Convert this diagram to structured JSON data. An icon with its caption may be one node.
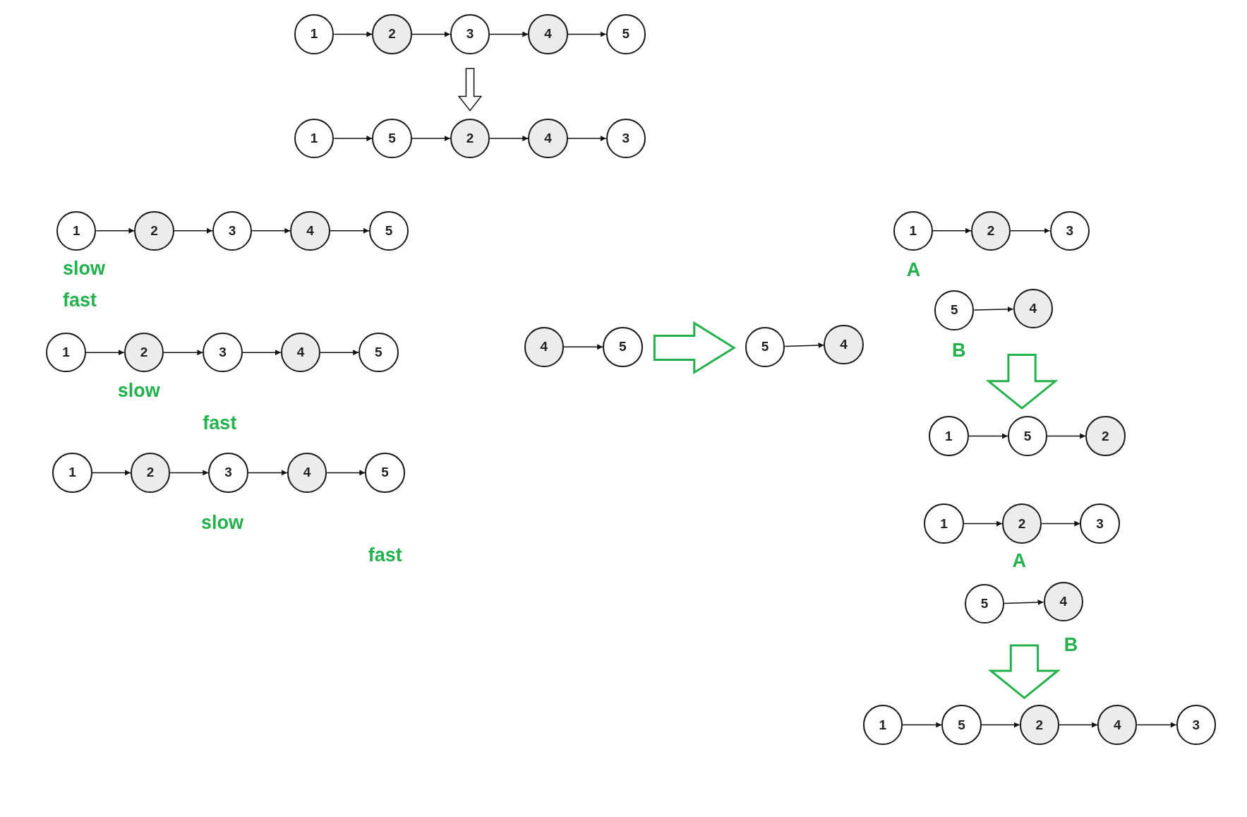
{
  "diagram": {
    "nodes": [
      {
        "text": [
          "1"
        ]
      },
      {
        "text": [
          "2"
        ]
      },
      {
        "text": [
          "3"
        ]
      },
      {
        "text": [
          "4"
        ]
      },
      {
        "text": [
          "5"
        ]
      },
      {
        "text": [
          "1"
        ]
      },
      {
        "text": [
          "5"
        ]
      },
      {
        "text": [
          "2"
        ]
      },
      {
        "text": [
          "4"
        ]
      },
      {
        "text": [
          "3"
        ]
      },
      {
        "text": [
          "1"
        ]
      },
      {
        "text": [
          "2"
        ]
      },
      {
        "text": [
          "3"
        ]
      },
      {
        "text": [
          "4"
        ]
      },
      {
        "text": [
          "5"
        ]
      },
      {
        "text": [
          "1"
        ]
      },
      {
        "text": [
          "2"
        ]
      },
      {
        "text": [
          "3"
        ]
      },
      {
        "text": [
          "4"
        ]
      },
      {
        "text": [
          "5"
        ]
      },
      {
        "text": [
          "1"
        ]
      },
      {
        "text": [
          "2"
        ]
      },
      {
        "text": [
          "3"
        ]
      },
      {
        "text": [
          "4"
        ]
      },
      {
        "text": [
          "5"
        ]
      },
      {
        "text": [
          "4"
        ]
      },
      {
        "text": [
          "5"
        ]
      },
      {
        "text": [
          "5"
        ]
      },
      {
        "text": [
          "4"
        ]
      },
      {
        "text": [
          "1"
        ]
      },
      {
        "text": [
          "2"
        ]
      },
      {
        "text": [
          "3"
        ]
      },
      {
        "text": [
          "5"
        ]
      },
      {
        "text": [
          "4"
        ]
      },
      {
        "text": [
          "1"
        ]
      },
      {
        "text": [
          "5"
        ]
      },
      {
        "text": [
          "2"
        ]
      },
      {
        "text": [
          "1"
        ]
      },
      {
        "text": [
          "2"
        ]
      },
      {
        "text": [
          "3"
        ]
      },
      {
        "text": [
          "5"
        ]
      },
      {
        "text": [
          "4"
        ]
      },
      {
        "text": [
          "1"
        ]
      },
      {
        "text": [
          "5"
        ]
      },
      {
        "text": [
          "2"
        ]
      },
      {
        "text": [
          "4"
        ]
      },
      {
        "text": [
          "3"
        ]
      }
    ],
    "edges": [
      {
        "from": 0,
        "to": 1,
        "arrow": "to"
      },
      {
        "from": 1,
        "to": 2,
        "arrow": "to"
      },
      {
        "from": 2,
        "to": 3,
        "arrow": "to"
      },
      {
        "from": 3,
        "to": 4,
        "arrow": "to"
      },
      {
        "from": 2,
        "to": 7,
        "arrow": "to",
        "style": "thick"
      },
      {
        "from": 5,
        "to": 6,
        "arrow": "to"
      },
      {
        "from": 6,
        "to": 7,
        "arrow": "to"
      },
      {
        "from": 7,
        "to": 8,
        "arrow": "to"
      },
      {
        "from": 8,
        "to": 9,
        "arrow": "to"
      },
      {
        "from": 10,
        "to": 11,
        "arrow": "to"
      },
      {
        "from": 11,
        "to": 12,
        "arrow": "to"
      },
      {
        "from": 12,
        "to": 13,
        "arrow": "to"
      },
      {
        "from": 13,
        "to": 14,
        "arrow": "to"
      },
      {
        "from": 15,
        "to": 16,
        "arrow": "to"
      },
      {
        "from": 16,
        "to": 17,
        "arrow": "to"
      },
      {
        "from": 17,
        "to": 18,
        "arrow": "to"
      },
      {
        "from": 18,
        "to": 19,
        "arrow": "to"
      },
      {
        "from": 20,
        "to": 21,
        "arrow": "to"
      },
      {
        "from": 21,
        "to": 22,
        "arrow": "to"
      },
      {
        "from": 22,
        "to": 23,
        "arrow": "to"
      },
      {
        "from": 23,
        "to": 24,
        "arrow": "to"
      },
      {
        "from": 25,
        "to": 26,
        "arrow": "to"
      },
      {
        "from": 26,
        "to": 27,
        "arrow": "to",
        "style": "thick",
        "color": "#22b14c"
      },
      {
        "from": 27,
        "to": 28,
        "arrow": "to"
      },
      {
        "from": 29,
        "to": 30,
        "arrow": "to"
      },
      {
        "from": 30,
        "to": 31,
        "arrow": "to"
      },
      {
        "from": 32,
        "to": 33,
        "arrow": "to"
      },
      {
        "from": 33,
        "to": 35,
        "arrow": "to",
        "style": "thick",
        "color": "#22b14c"
      },
      {
        "from": 34,
        "to": 35,
        "arrow": "to"
      },
      {
        "from": 35,
        "to": 36,
        "arrow": "to"
      },
      {
        "from": 37,
        "to": 38,
        "arrow": "to"
      },
      {
        "from": 38,
        "to": 39,
        "arrow": "to"
      },
      {
        "from": 40,
        "to": 41,
        "arrow": "to"
      },
      {
        "from": 41,
        "to": 44,
        "arrow": "to",
        "style": "thick",
        "color": "#22b14c"
      },
      {
        "from": 42,
        "to": 43,
        "arrow": "to"
      },
      {
        "from": 43,
        "to": 44,
        "arrow": "to"
      },
      {
        "from": 44,
        "to": 45,
        "arrow": "to"
      },
      {
        "from": 45,
        "to": 46,
        "arrow": "to"
      }
    ],
    "labels": [
      "slow",
      "fast",
      "slow",
      "fast",
      "slow",
      "fast",
      "A",
      "B",
      "A",
      "B"
    ]
  }
}
